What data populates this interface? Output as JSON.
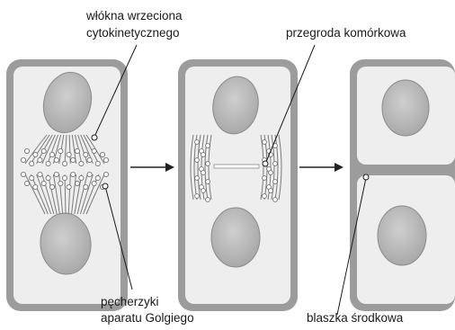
{
  "labels": {
    "spindle_fibers_line1": "włókna wrzeciona",
    "spindle_fibers_line2": "cytokinetycznego",
    "cell_plate": "przegroda komórkowa",
    "golgi_vesicles_line1": "pęcherzyki",
    "golgi_vesicles_line2": "aparatu Golgiego",
    "middle_lamella": "blaszka środkowa"
  },
  "colors": {
    "cell_wall": "#9c9c9c",
    "cytoplasm": "#eeeeee",
    "nucleus": "#b5b5b5",
    "fiber": "#7a7a7a",
    "arrow": "#222222"
  },
  "icons": [
    "arrow-right-icon",
    "arrow-right-icon"
  ]
}
